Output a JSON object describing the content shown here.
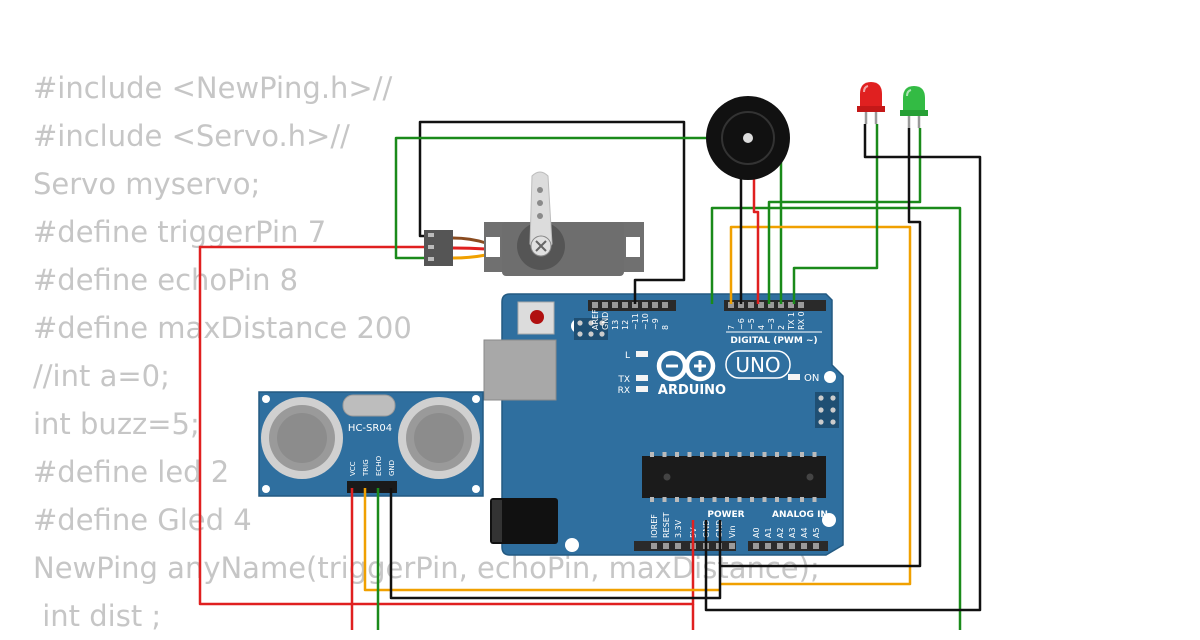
{
  "code_lines": [
    "#include <NewPing.h>//",
    "#include <Servo.h>//",
    "Servo myservo;",
    "#define triggerPin 7",
    "#define echoPin 8",
    "#define maxDistance 200",
    "//int a=0;",
    "int buzz=5;",
    "#define led 2",
    "#define Gled 4",
    "NewPing anyName(triggerPin, echoPin, maxDistance);",
    " int dist ;"
  ],
  "arduino": {
    "brand": "ARDUINO",
    "model": "UNO",
    "digital_label": "DIGITAL (PWM ~)",
    "power_label": "POWER",
    "analog_label": "ANALOG IN",
    "on_label": "ON",
    "led_l": "L",
    "led_tx": "TX",
    "led_rx": "RX",
    "top_pins": [
      "AREF",
      "GND",
      "13",
      "12",
      "~11",
      "~10",
      "~9",
      "8",
      "7",
      "~6",
      "~5",
      "4",
      "~3",
      "2",
      "TX 1",
      "RX 0"
    ],
    "power_pins": [
      "IOREF",
      "RESET",
      "3.3V",
      "5V",
      "GND",
      "GND",
      "Vin"
    ],
    "analog_pins": [
      "A0",
      "A1",
      "A2",
      "A3",
      "A4",
      "A5"
    ],
    "board_color": "#2f6f9f"
  },
  "sensor": {
    "model": "HC-SR04",
    "pins": [
      "VCC",
      "TRIG",
      "ECHO",
      "GND"
    ]
  },
  "components": {
    "servo_icon": "servo-motor-icon",
    "buzzer_icon": "piezo-buzzer-icon",
    "led_red": "#e02020",
    "led_green": "#33bb44"
  },
  "wire_colors": {
    "red": "#e02020",
    "black": "#111111",
    "green": "#1a8a1a",
    "orange": "#f0a000"
  }
}
